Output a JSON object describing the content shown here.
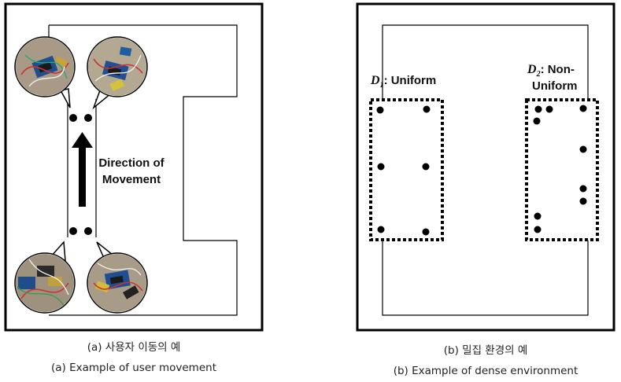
{
  "panel_a": {
    "arrow_label_line1": "Direction of",
    "arrow_label_line2": "Movement",
    "caption_ko": "(a) 사용자 이동의 예",
    "caption_en": "(a) Example of user movement"
  },
  "panel_b": {
    "d1": {
      "symbol": "D",
      "subscript": "1",
      "text": ": Uniform"
    },
    "d2": {
      "symbol": "D",
      "subscript": "2",
      "text_line1": ": Non-",
      "text_line2": "Uniform"
    },
    "caption_ko": "(b) 밀집 환경의 예",
    "caption_en": "(b) Example of dense environment"
  },
  "icons": [
    "sensor-device-photo",
    "up-arrow-icon"
  ]
}
